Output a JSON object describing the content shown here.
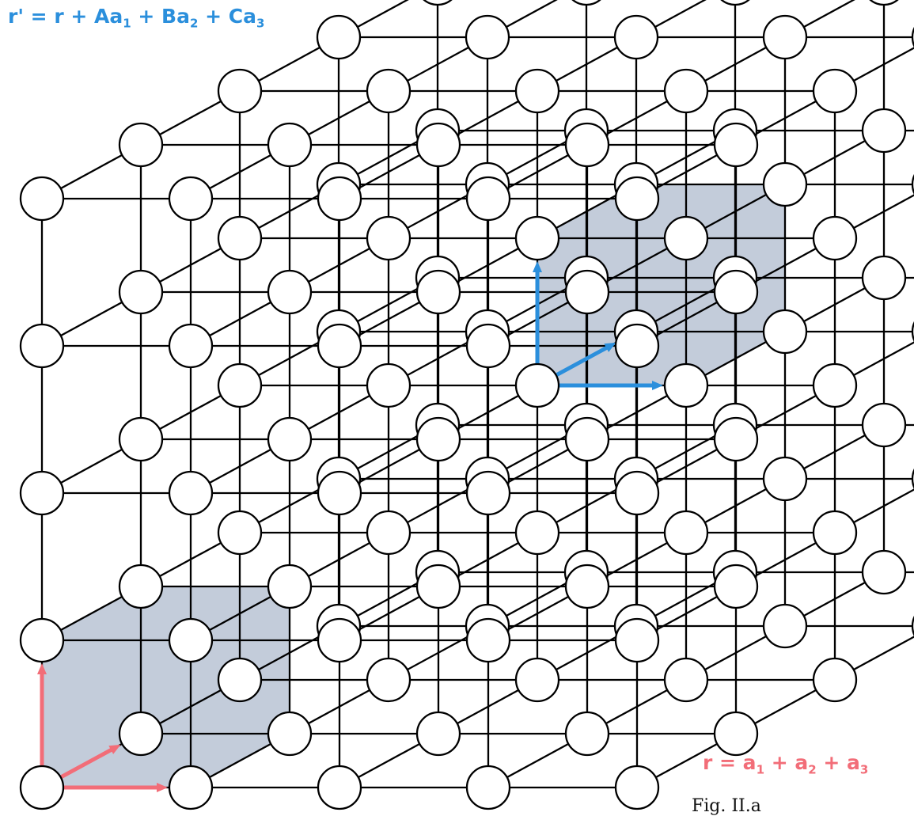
{
  "formulas": {
    "translation": {
      "color": "#2b8fdc",
      "parts": [
        {
          "t": "r' = r + Aa"
        },
        {
          "t": "1",
          "sub": true
        },
        {
          "t": " + Ba"
        },
        {
          "t": "2",
          "sub": true
        },
        {
          "t": " + Ca"
        },
        {
          "t": "3",
          "sub": true
        }
      ]
    },
    "basis": {
      "color": "#f26d78",
      "parts": [
        {
          "t": "r = a"
        },
        {
          "t": "1",
          "sub": true
        },
        {
          "t": " + a"
        },
        {
          "t": "2",
          "sub": true
        },
        {
          "t": " + a"
        },
        {
          "t": "3",
          "sub": true
        }
      ]
    }
  },
  "caption": "Fig. II.a",
  "lattice": {
    "nodes_per_axis": 5,
    "line_color": "#000000",
    "node_fill": "#ffffff",
    "node_stroke": "#000000",
    "shaded_cell_color": "#b9c3d3",
    "vector_colors": {
      "origin_cell": "#f26d78",
      "translated_cell": "#2b8fdc"
    }
  }
}
